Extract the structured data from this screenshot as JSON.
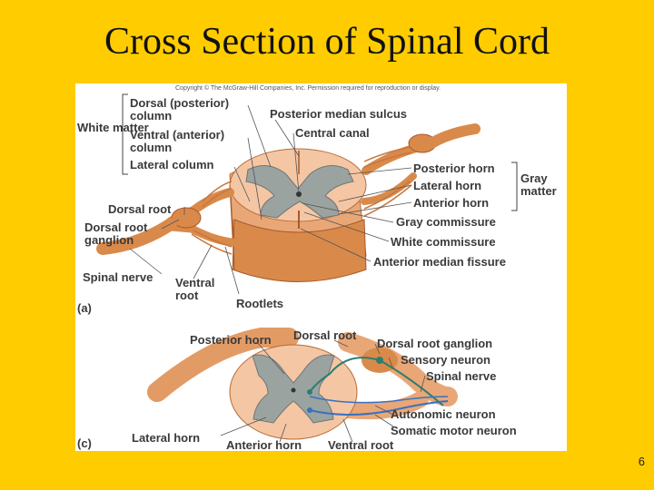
{
  "slide": {
    "title": "Cross Section of Spinal Cord",
    "page_number": "6",
    "copyright": "Copyright © The McGraw-Hill Companies, Inc. Permission required for reproduction or display."
  },
  "figure_a": {
    "panel_label": "(a)",
    "white_matter_label": "White matter",
    "gray_matter_label": "Gray matter",
    "labels": {
      "dorsal_posterior_column": "Dorsal (posterior) column",
      "ventral_anterior_column": "Ventral (anterior) column",
      "lateral_column": "Lateral column",
      "posterior_median_sulcus": "Posterior median sulcus",
      "central_canal": "Central canal",
      "posterior_horn": "Posterior horn",
      "lateral_horn": "Lateral horn",
      "anterior_horn": "Anterior horn",
      "gray_commissure": "Gray commissure",
      "white_commissure": "White commissure",
      "anterior_median_fissure": "Anterior median fissure",
      "dorsal_root": "Dorsal root",
      "dorsal_root_ganglion": "Dorsal root ganglion",
      "spinal_nerve": "Spinal nerve",
      "ventral_root": "Ventral root",
      "rootlets": "Rootlets"
    }
  },
  "figure_c": {
    "panel_label": "(c)",
    "labels": {
      "posterior_horn": "Posterior horn",
      "dorsal_root": "Dorsal root",
      "dorsal_root_ganglion": "Dorsal root ganglion",
      "sensory_neuron": "Sensory neuron",
      "spinal_nerve": "Spinal nerve",
      "autonomic_neuron": "Autonomic neuron",
      "somatic_motor_neuron": "Somatic motor neuron",
      "lateral_horn": "Lateral horn",
      "anterior_horn": "Anterior horn",
      "ventral_root": "Ventral root"
    }
  },
  "colors": {
    "background": "#FFCC00",
    "panel": "#FFFFFF",
    "nerve": "#D98A4A",
    "nerve_light": "#F0B27A",
    "white_matter": "#F4C6A4",
    "gray_matter": "#9AA3A0",
    "sensory_path": "#2E7D6E",
    "motor_path": "#3A70C0",
    "leader_line": "#555555"
  }
}
